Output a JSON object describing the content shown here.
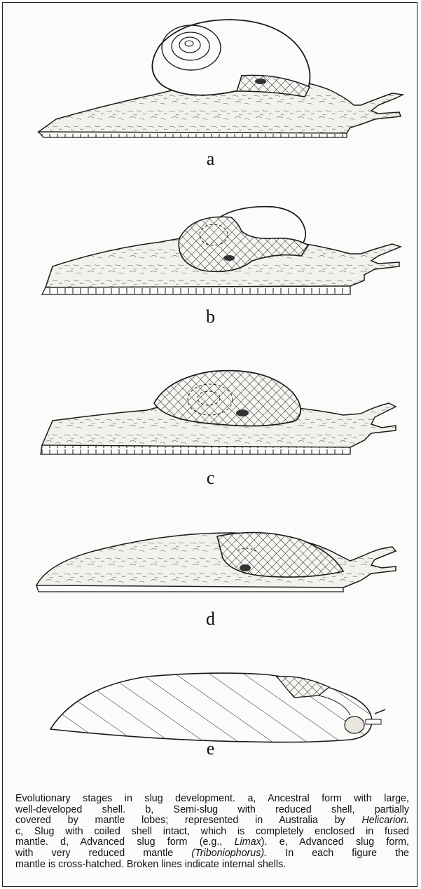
{
  "figure": {
    "stage_labels": [
      "a",
      "b",
      "c",
      "d",
      "e"
    ]
  },
  "caption": {
    "lines": [
      [
        "Evolutionary stages in slug development. a, Ancestral form with large,"
      ],
      [
        "well-developed shell. b, Semi-slug with reduced shell, partially"
      ],
      [
        "covered by mantle lobes; represented in Australia by ",
        {
          "i": "Helicarion."
        }
      ],
      [
        "c, Slug with coiled shell intact, which is completely enclosed in fused"
      ],
      [
        "mantle. d, Advanced slug form (e.g., ",
        {
          "i": "Limax"
        },
        "). e, Advanced slug form,"
      ],
      [
        "with very reduced mantle ",
        {
          "i": "(Triboniophorus)."
        },
        "    In each figure the"
      ],
      [
        "mantle is cross-hatched. Broken lines indicate internal shells."
      ]
    ]
  },
  "colors": {
    "ink": "#1a1a1a",
    "body_fill": "#f2f1ec",
    "page": "#fbfbf9"
  }
}
